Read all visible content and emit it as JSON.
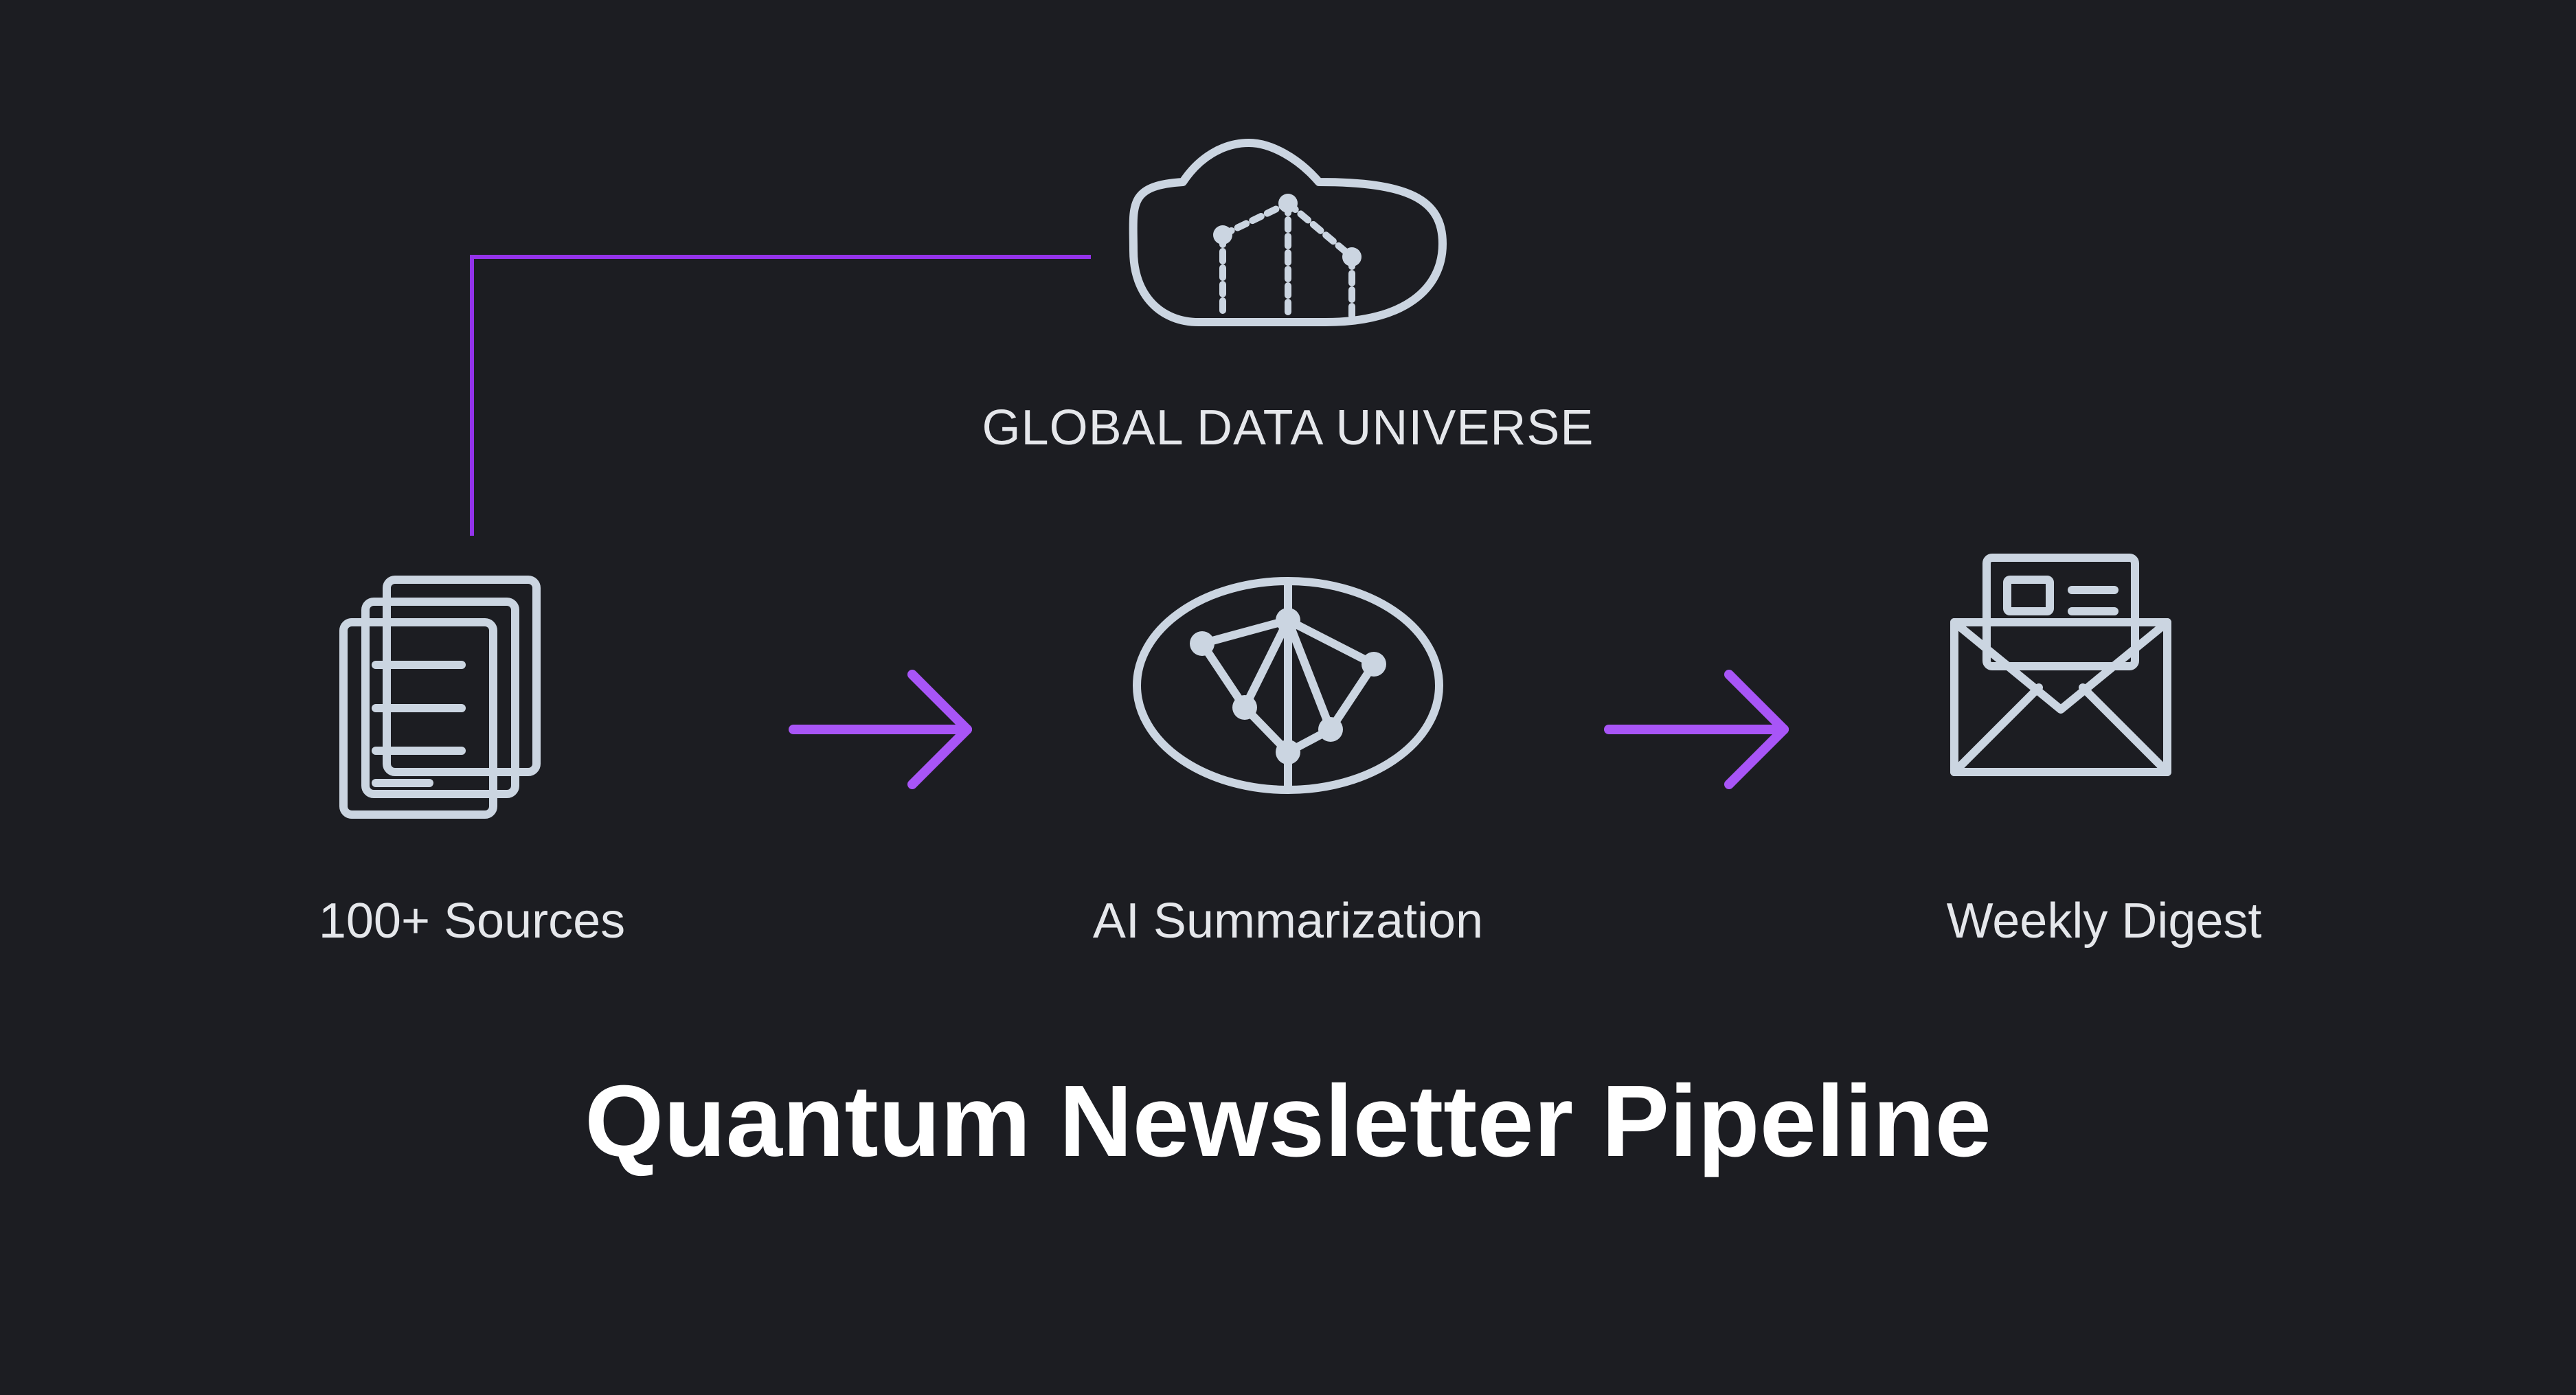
{
  "diagram": {
    "title": "Quantum Newsletter Pipeline",
    "source_node": {
      "label": "GLOBAL DATA UNIVERSE",
      "icon": "cloud-network-icon"
    },
    "stages": [
      {
        "label": "100+ Sources",
        "icon": "documents-stack-icon"
      },
      {
        "label": "AI Summarization",
        "icon": "neural-network-icon"
      },
      {
        "label": "Weekly Digest",
        "icon": "open-envelope-newsletter-icon"
      }
    ],
    "connectors": [
      {
        "from": "GLOBAL DATA UNIVERSE",
        "to": "100+ Sources",
        "style": "elbow-line"
      },
      {
        "from": "100+ Sources",
        "to": "AI Summarization",
        "style": "arrow"
      },
      {
        "from": "AI Summarization",
        "to": "Weekly Digest",
        "style": "arrow"
      }
    ]
  },
  "colors": {
    "background": "#1c1d22",
    "icon_stroke": "#cbd5e1",
    "label_text": "#e5e7eb",
    "title_text": "#ffffff",
    "connector_line": "#9333ea",
    "arrow": "#a855f7"
  }
}
